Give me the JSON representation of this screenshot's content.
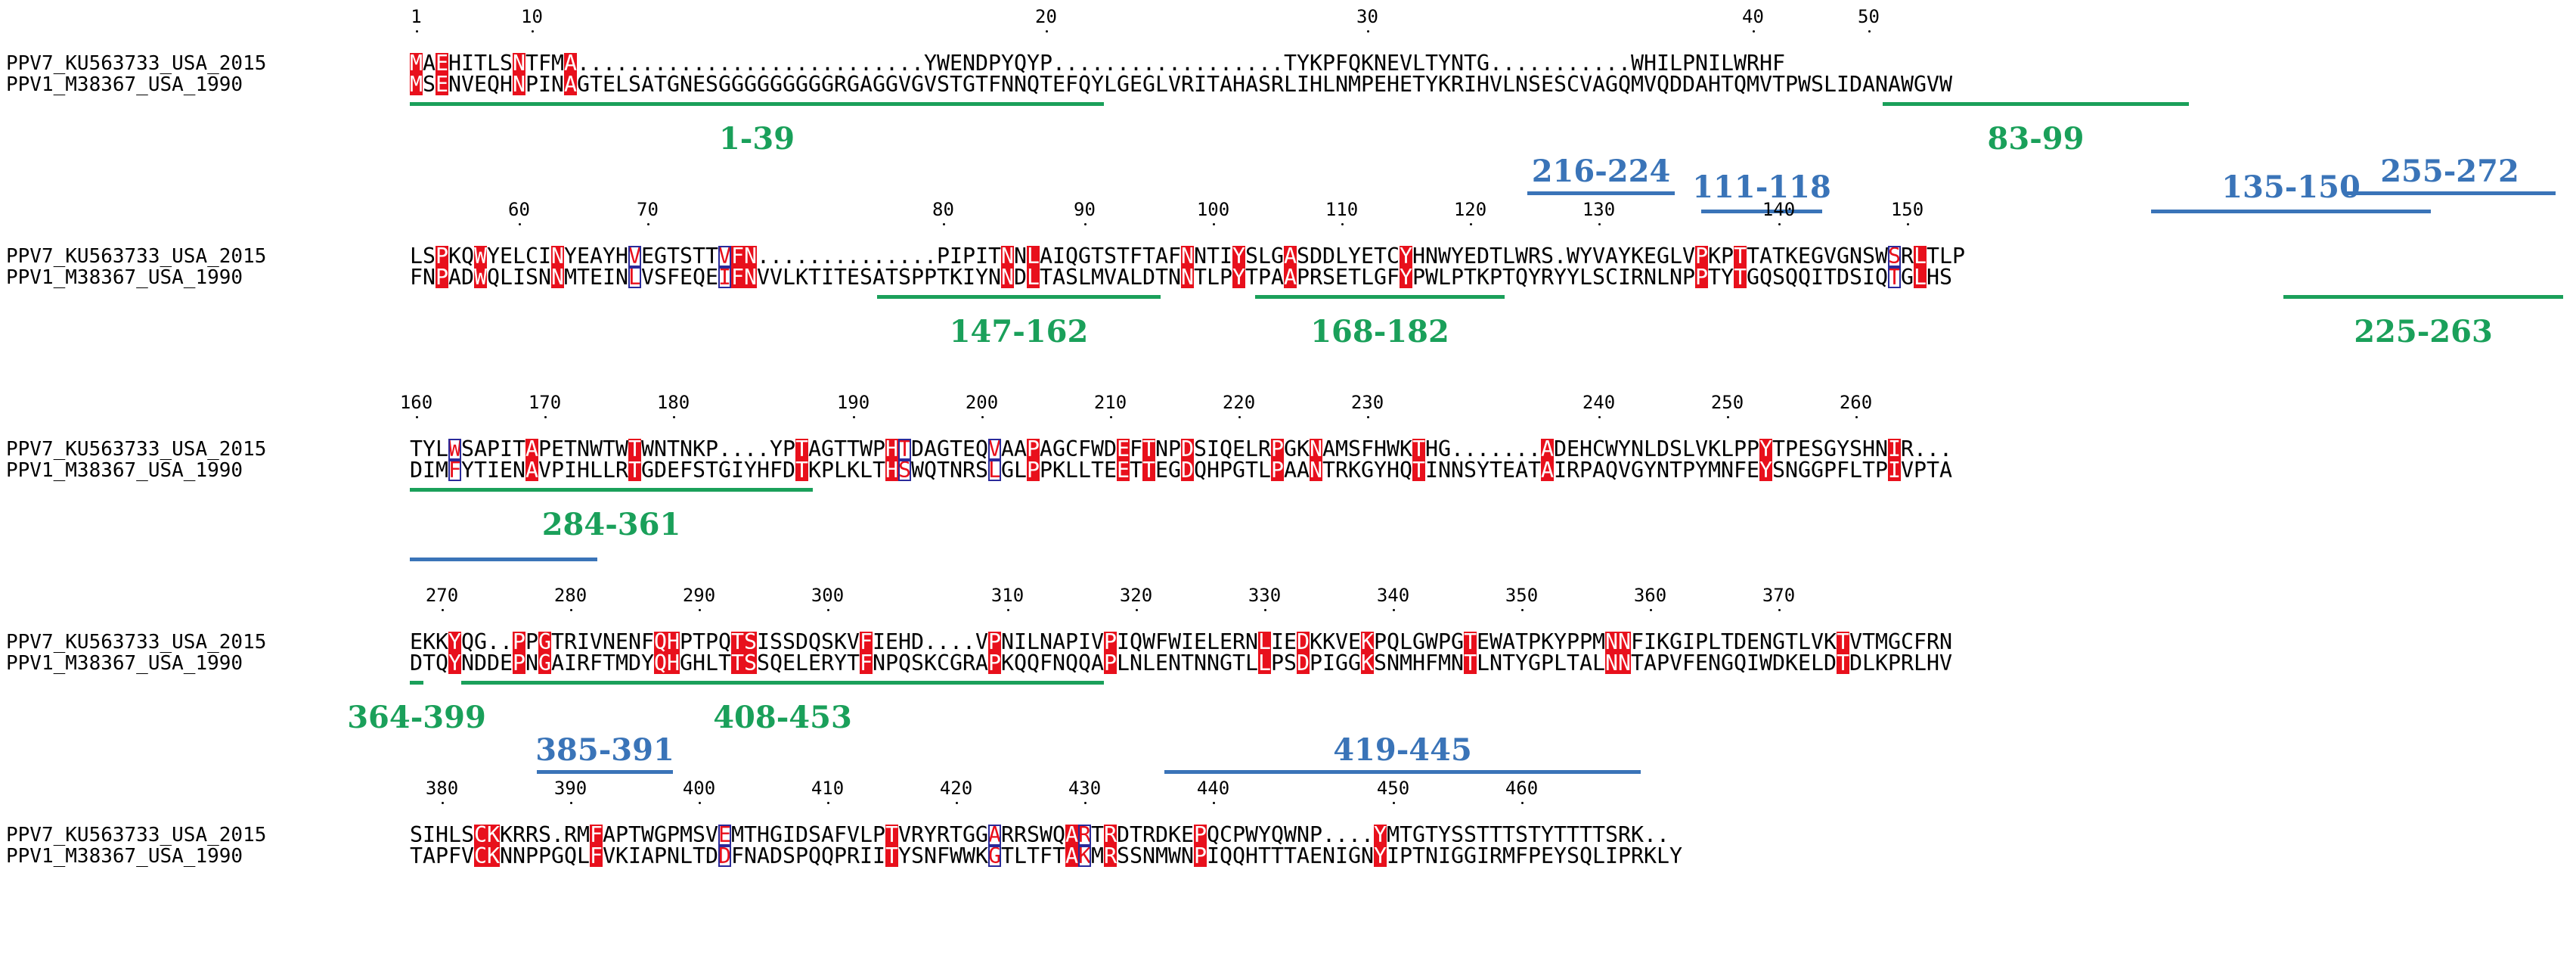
{
  "colors": {
    "identical": "#e8101c",
    "similar_text": "#e8101c",
    "similar_box": "#2a2a9a",
    "green_region": "#1aa05a",
    "blue_region": "#3a74b8"
  },
  "blocks": [
    {
      "ruler": [
        [
          "1",
          0
        ],
        [
          "10",
          9
        ],
        [
          "20",
          49
        ],
        [
          "30",
          74
        ],
        [
          "40",
          104
        ],
        [
          "50",
          113
        ]
      ],
      "seqs": [
        {
          "name": "PPV7_KU563733_USA_2015",
          "text": "MAEHITLSNTFMA...........................YWENDPYQYP..................TYKPFQKNEVLTYNTG...........WHILPNILWRHF"
        },
        {
          "name": "PPV1_M38367_USA_1990",
          "text": "MSENVEQHNPINAGTELSATGNESGGGGGGGGGRGAGGVGVSTGTFNNQTEFQYLGEGLVRITAHASRLIHLNMPEHETYKRIHVLNSESCVAGQMVQDDAHTQMVTPWSLIDANAWGVW"
        }
      ],
      "green": [
        {
          "label": "1-39"
        },
        {
          "label": "83-99"
        }
      ],
      "blue": [
        {
          "label": "111-118"
        },
        {
          "label": "135-150"
        }
      ]
    },
    {
      "ruler": [
        [
          "60",
          8
        ],
        [
          "70",
          18
        ],
        [
          "80",
          41
        ],
        [
          "90",
          52
        ],
        [
          "100",
          62
        ],
        [
          "110",
          72
        ],
        [
          "120",
          82
        ],
        [
          "130",
          92
        ],
        [
          "140",
          106
        ],
        [
          "150",
          116
        ]
      ],
      "seqs": [
        {
          "name": "PPV7_KU563733_USA_2015",
          "text": "LSPKQWYELCINYEAYHVEGTSTTVFN..............PIPITNNLAIQGTSTFTAFNNTIYSLGASDDLYETCYHNWYEDTLWRS.WYVAYKEGLVPKPTTATKEGVGNSWSRLTLP"
        },
        {
          "name": "PPV1_M38367_USA_1990",
          "text": "FNPADWQLISNNMTEINLVSFEQEIFNVVLKTITESATSPPTKIYNNDLTASLMVALDTNNTLPYTPAAPRSETLGFYPWLPTKPTQYRYYLSCIRNLNPPTYTGQSQQITDSIQTGLHS"
        }
      ],
      "green": [
        {
          "label": "147-162"
        },
        {
          "label": "168-182"
        },
        {
          "label": "225-263"
        }
      ],
      "blue": [
        {
          "label": "216-224"
        },
        {
          "label": "255-272"
        }
      ]
    },
    {
      "ruler": [
        [
          "160",
          0
        ],
        [
          "170",
          10
        ],
        [
          "180",
          20
        ],
        [
          "190",
          34
        ],
        [
          "200",
          44
        ],
        [
          "210",
          54
        ],
        [
          "220",
          64
        ],
        [
          "230",
          74
        ],
        [
          "240",
          92
        ],
        [
          "250",
          102
        ],
        [
          "260",
          112
        ]
      ],
      "seqs": [
        {
          "name": "PPV7_KU563733_USA_2015",
          "text": "TYLWSAPITAPETNWTWTWNTNKP....YPTAGTTWPHTDAGTEQVAAPAGCFWDEFTNPDSIQELRPGKNAMSFHWKTHG.......ADEHCWYNLDSLVKLPPYTPESGYSHNIR..."
        },
        {
          "name": "PPV1_M38367_USA_1990",
          "text": "DIMFYTIENAVPIHLLRTGDEFSTGIYHFDTKPLKLTHSWQTNRSLGLPPKLLTEETTEGDQHPGTLPAANTRKGYHQTINNSYTEATAIRPAQVGYNTPYMNFEYSNGGPFLTPIVPTA"
        }
      ],
      "green": [
        {
          "label": "284-361"
        }
      ],
      "blue": []
    },
    {
      "ruler": [
        [
          "270",
          2
        ],
        [
          "280",
          12
        ],
        [
          "290",
          22
        ],
        [
          "300",
          32
        ],
        [
          "310",
          46
        ],
        [
          "320",
          56
        ],
        [
          "330",
          66
        ],
        [
          "340",
          76
        ],
        [
          "350",
          86
        ],
        [
          "360",
          96
        ],
        [
          "370",
          106
        ]
      ],
      "seqs": [
        {
          "name": "PPV7_KU563733_USA_2015",
          "text": "EKKYQG..PPGTRIVNENFQHPTPQTSISSDQSKVFIEHD....VPNILNAPIVPIQWFWIELERNLIEDKKVEKPQLGWPGTEWATPKYPPMNNFIKGIPLTDENGTLVKTVTMGCFRN"
        },
        {
          "name": "PPV1_M38367_USA_1990",
          "text": "DTQYNDDEPNGAIRFTMDYQHGHLTTSSQELERYTFNPQSKCGRAPKQQFNQQAPLNLENTNNGTLLPSDPIGGKSNMHFMNTLNTYGPLTALNNTAPVFENGQIWDKELDTDLKPRLHV"
        }
      ],
      "green": [
        {
          "label": "364-399"
        },
        {
          "label": "408-453"
        }
      ],
      "blue": []
    },
    {
      "ruler": [
        [
          "380",
          2
        ],
        [
          "390",
          12
        ],
        [
          "400",
          22
        ],
        [
          "410",
          32
        ],
        [
          "420",
          42
        ],
        [
          "430",
          52
        ],
        [
          "440",
          62
        ],
        [
          "450",
          76
        ],
        [
          "460",
          86
        ]
      ],
      "seqs": [
        {
          "name": "PPV7_KU563733_USA_2015",
          "text": "SIHLSCKKRRS.RMFAPTWGPMSVEMTHGIDSAFVLPTVRYRTGGARRSWQARTRDTRDKEPQCPWYQWNP....YMTGTYSSTTTSTYTTTTSRK.."
        },
        {
          "name": "PPV1_M38367_USA_1990",
          "text": "TAPFVCKNNPPGQLFVKIAPNLTDDFNADSPQQPRIITYSNFWWKGTLTFTAKMRSSNMWNPIQQHTTTAENIGNYIPTNIGGIRMFPEYSQLIPRKLY"
        }
      ],
      "green": [],
      "blue": [
        {
          "label": "385-391"
        },
        {
          "label": "419-445"
        }
      ]
    }
  ]
}
